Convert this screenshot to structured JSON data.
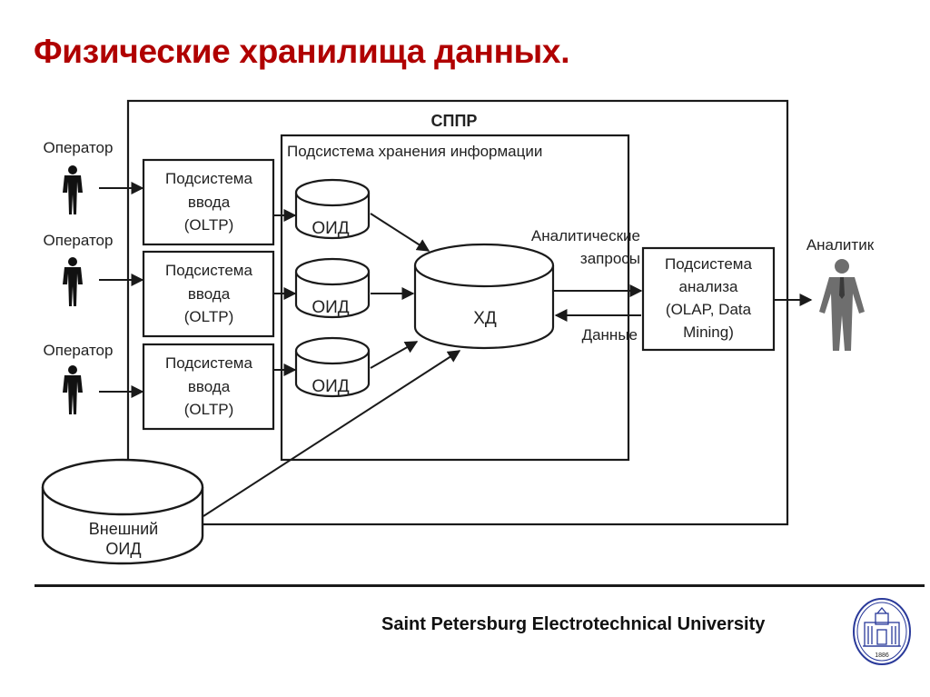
{
  "slide": {
    "title": "Физические хранилища данных."
  },
  "diagram": {
    "outer_box_label": "СППР",
    "storage_subsystem_label": "Подсистема хранения информации",
    "operators": [
      {
        "label": "Оператор"
      },
      {
        "label": "Оператор"
      },
      {
        "label": "Оператор"
      }
    ],
    "input_subsystems": [
      {
        "line1": "Подсистема",
        "line2": "ввода",
        "line3": "(OLTP)"
      },
      {
        "line1": "Подсистема",
        "line2": "ввода",
        "line3": "(OLTP)"
      },
      {
        "line1": "Подсистема",
        "line2": "ввода",
        "line3": "(OLTP)"
      }
    ],
    "oid_stores": [
      {
        "label": "ОИД"
      },
      {
        "label": "ОИД"
      },
      {
        "label": "ОИД"
      }
    ],
    "warehouse": {
      "label": "ХД"
    },
    "external_oid": {
      "line1": "Внешний",
      "line2": "ОИД"
    },
    "analytic_queries_label": {
      "line1": "Аналитические",
      "line2": "запросы"
    },
    "data_label": "Данные",
    "analysis_subsystem": {
      "line1": "Подсистема",
      "line2": "анализа",
      "line3": "(OLAP, Data",
      "line4": "Mining)"
    },
    "analyst_label": "Аналитик"
  },
  "footer": {
    "university": "Saint Petersburg Electrotechnical University",
    "logo_year": "1886"
  },
  "colors": {
    "title": "#b00000",
    "line": "#1a1a1a",
    "operator_figure": "#111111",
    "analyst_figure": "#6e6e6e",
    "logo": "#2a3a9a"
  }
}
